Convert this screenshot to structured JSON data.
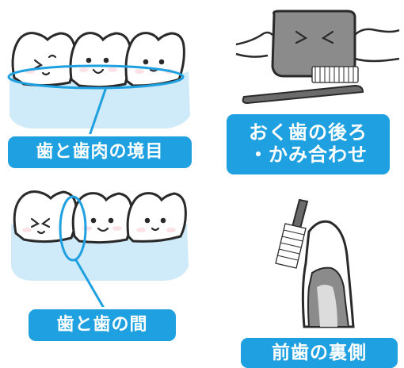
{
  "labels": {
    "gumline": "歯と歯肉の境目",
    "back_teeth_line1": "おく歯の後ろ",
    "back_teeth_line2": "・かみ合わせ",
    "between_teeth": "歯と歯の間",
    "front_teeth_back": "前歯の裏側"
  },
  "colors": {
    "label_bg": "#1fa0e0",
    "label_text": "#ffffff",
    "gum_fill": "#cfeaf8",
    "outline": "#2a2a2a",
    "circle_highlight": "#1fa0e0"
  },
  "icons": {
    "panel1": "teeth-gumline-illustration",
    "panel2": "back-molar-brushing-illustration",
    "panel3": "teeth-between-illustration",
    "panel4": "front-tooth-back-brushing-illustration"
  }
}
